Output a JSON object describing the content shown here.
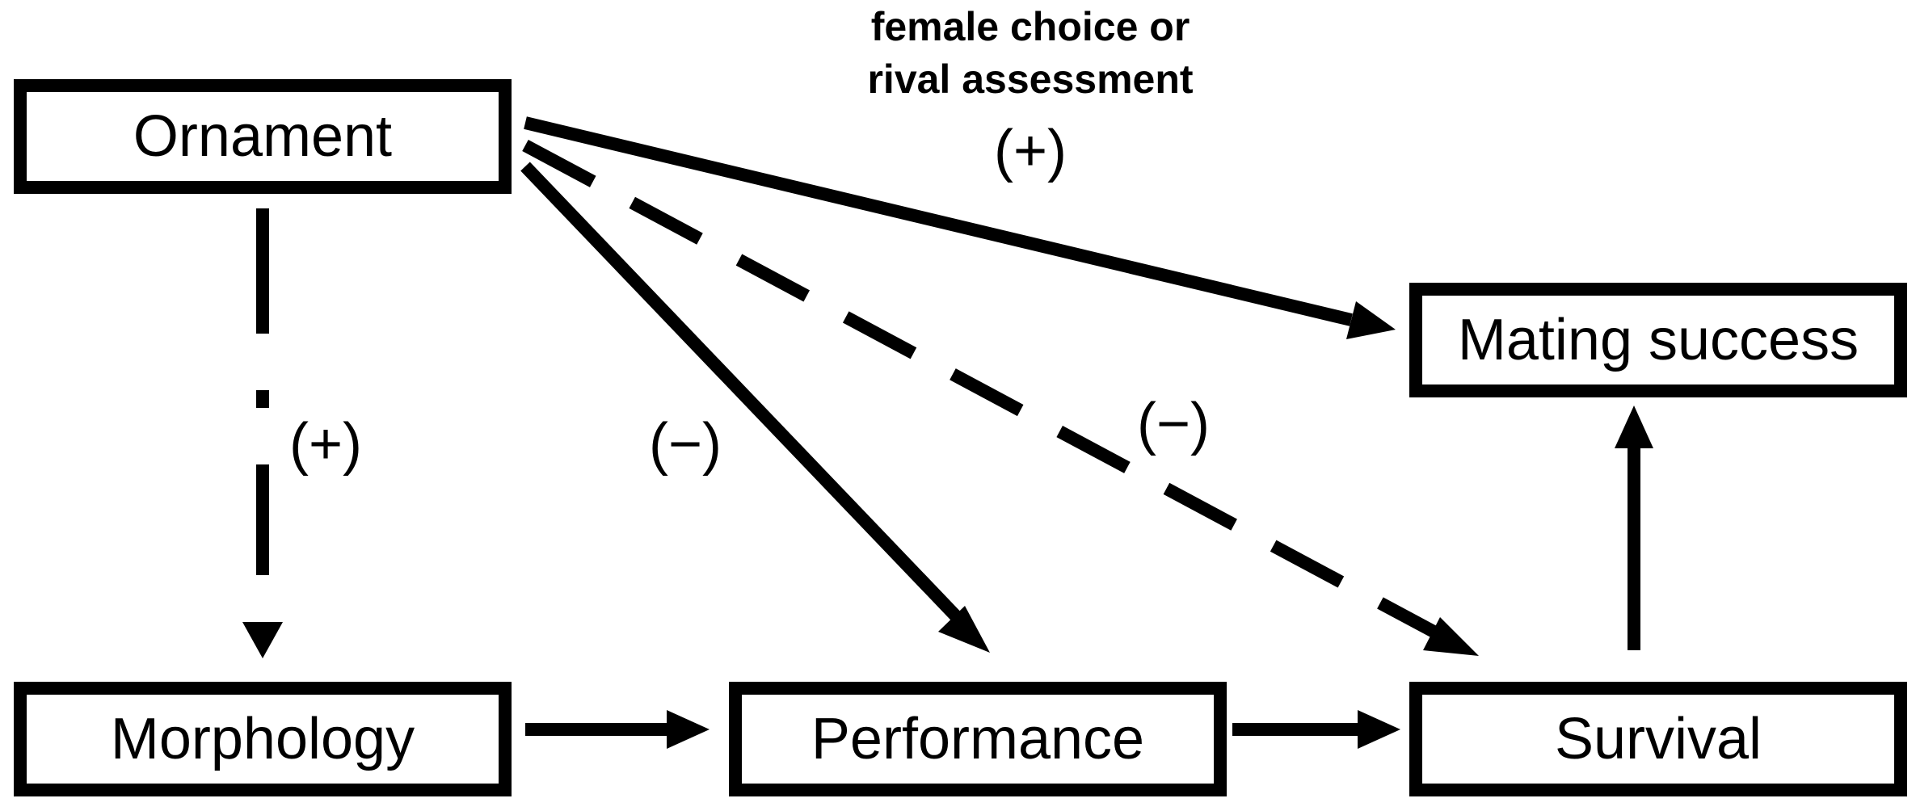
{
  "nodes": {
    "ornament": "Ornament",
    "morphology": "Morphology",
    "performance": "Performance",
    "survival": "Survival",
    "mating_success": "Mating success"
  },
  "edge_labels": {
    "ornament_to_morphology": "(+)",
    "ornament_to_performance": "(−)",
    "ornament_to_survival": "(−)",
    "ornament_to_mating": "(+)"
  },
  "annotation": {
    "line1": "female choice or",
    "line2": "rival assessment"
  },
  "colors": {
    "stroke": "#000000",
    "background": "#ffffff"
  }
}
